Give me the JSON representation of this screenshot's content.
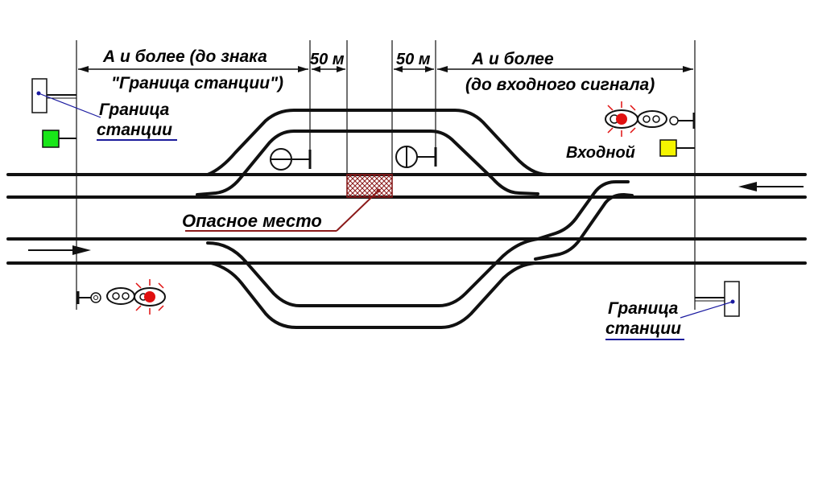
{
  "dimensions": {
    "a_left_line1": "А и более (до знака",
    "a_left_line2": "\"Граница станции\")",
    "gap_left": "50 м",
    "gap_right": "50 м",
    "a_right_line1": "А и более",
    "a_right_line2": "(до входного сигнала)"
  },
  "labels": {
    "station_border_left_line1": "Граница",
    "station_border_left_line2": "станции",
    "station_border_right_line1": "Граница",
    "station_border_right_line2": "станции",
    "entry_signal": "Входной",
    "danger_zone": "Опасное место"
  },
  "colors": {
    "green_signal": "#19e619",
    "yellow_signal": "#f5f500",
    "red_light": "#e01010",
    "danger_hatch": "#8b1a1a",
    "leader_blue": "#1a1aa0",
    "underline_blue": "#1a1a9a",
    "leader_red": "#8b1a1a"
  },
  "icons": {
    "arrow_right": "arrow-right-icon",
    "arrow_left": "arrow-left-icon",
    "semaphore_left": "traffic-signal-icon",
    "semaphore_right": "traffic-signal-icon",
    "shunt_signal": "shunt-signal-icon",
    "boundary_sign": "station-boundary-sign-icon"
  }
}
